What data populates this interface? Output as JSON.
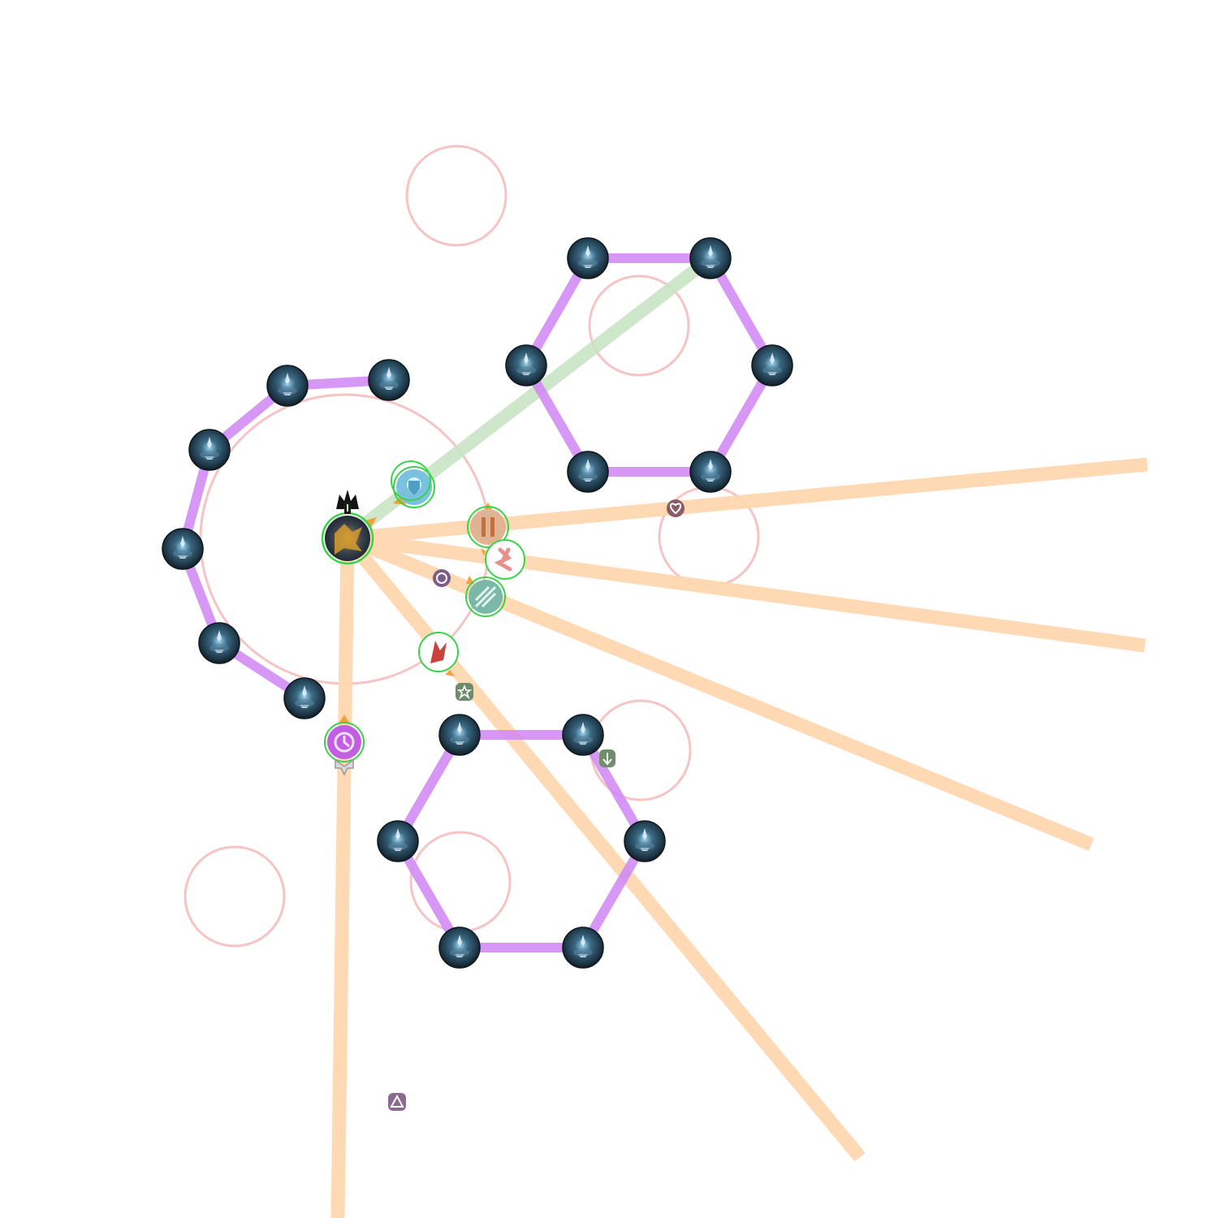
{
  "colors": {
    "background": "#ffffff",
    "boss_tether": "#c9e4c5",
    "cone_beam": "#ffd6b0",
    "chain_link": "#d28cf4",
    "aoe_ring": "#f6b8b8",
    "target_ring": "#3ad24a",
    "orb_fill": "#2f5066",
    "orb_dark": "#16242f",
    "orb_glow": "#7fc3e8",
    "facing_arrow": "#f3a13b"
  },
  "boss": {
    "name_icon": "boss-icon",
    "target_ring": true
  },
  "players": [
    {
      "role_icon": "paladin-job-icon",
      "color": "#7ac1de"
    },
    {
      "role_icon": "machinist-job-icon",
      "color": "#d59a6b"
    },
    {
      "role_icon": "dancer-job-icon",
      "color": "#e8908a"
    },
    {
      "role_icon": "sage-job-icon",
      "color": "#6fb6a4"
    },
    {
      "role_icon": "red-mage-job-icon",
      "color": "#c9433c"
    },
    {
      "role_icon": "astrologian-job-icon",
      "color": "#c25ee0"
    }
  ],
  "waymarks": [
    {
      "icon": "heart-marker-icon"
    },
    {
      "icon": "circle-marker-icon"
    },
    {
      "icon": "star-marker-icon"
    },
    {
      "icon": "arrow-down-marker-icon"
    },
    {
      "icon": "triangle-marker-icon"
    }
  ],
  "orb_chains": [
    {
      "name": "chain-left-arc",
      "orb_icon": "tower-orb-icon"
    },
    {
      "name": "chain-top-hexagon",
      "orb_icon": "tower-orb-icon"
    },
    {
      "name": "chain-bottom-hexagon",
      "orb_icon": "tower-orb-icon"
    }
  ],
  "aoe_circles": [
    {
      "name": "aoe-circle-north"
    },
    {
      "name": "aoe-circle-top-hex-center"
    },
    {
      "name": "aoe-circle-east"
    },
    {
      "name": "aoe-circle-southeast"
    },
    {
      "name": "aoe-circle-bottom-hex-center"
    },
    {
      "name": "aoe-circle-southwest"
    },
    {
      "name": "aoe-circle-boss-arena"
    }
  ],
  "cone_beams": [
    {
      "name": "beam-east-upper"
    },
    {
      "name": "beam-east-lower"
    },
    {
      "name": "beam-southeast"
    },
    {
      "name": "beam-south-southeast"
    },
    {
      "name": "beam-south"
    }
  ]
}
